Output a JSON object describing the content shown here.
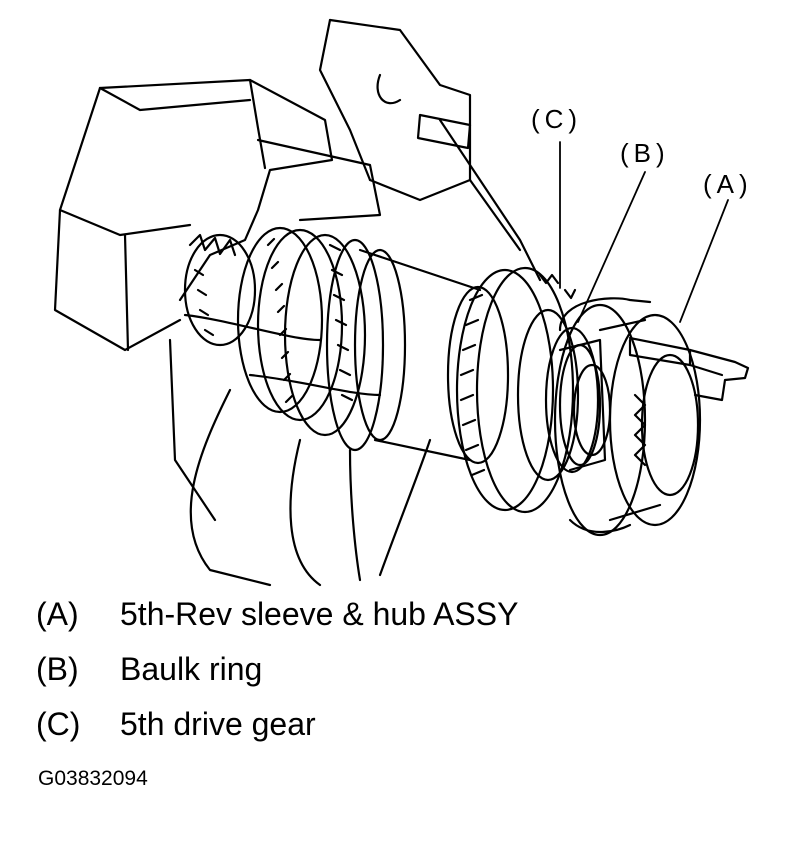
{
  "callouts": {
    "a": "(A)",
    "b": "(B)",
    "c": "(C)"
  },
  "legend": [
    {
      "letter": "(A)",
      "text": "5th-Rev sleeve & hub ASSY"
    },
    {
      "letter": "(B)",
      "text": "Baulk ring"
    },
    {
      "letter": "(C)",
      "text": "5th drive gear"
    }
  ],
  "figure_id": "G03832094"
}
